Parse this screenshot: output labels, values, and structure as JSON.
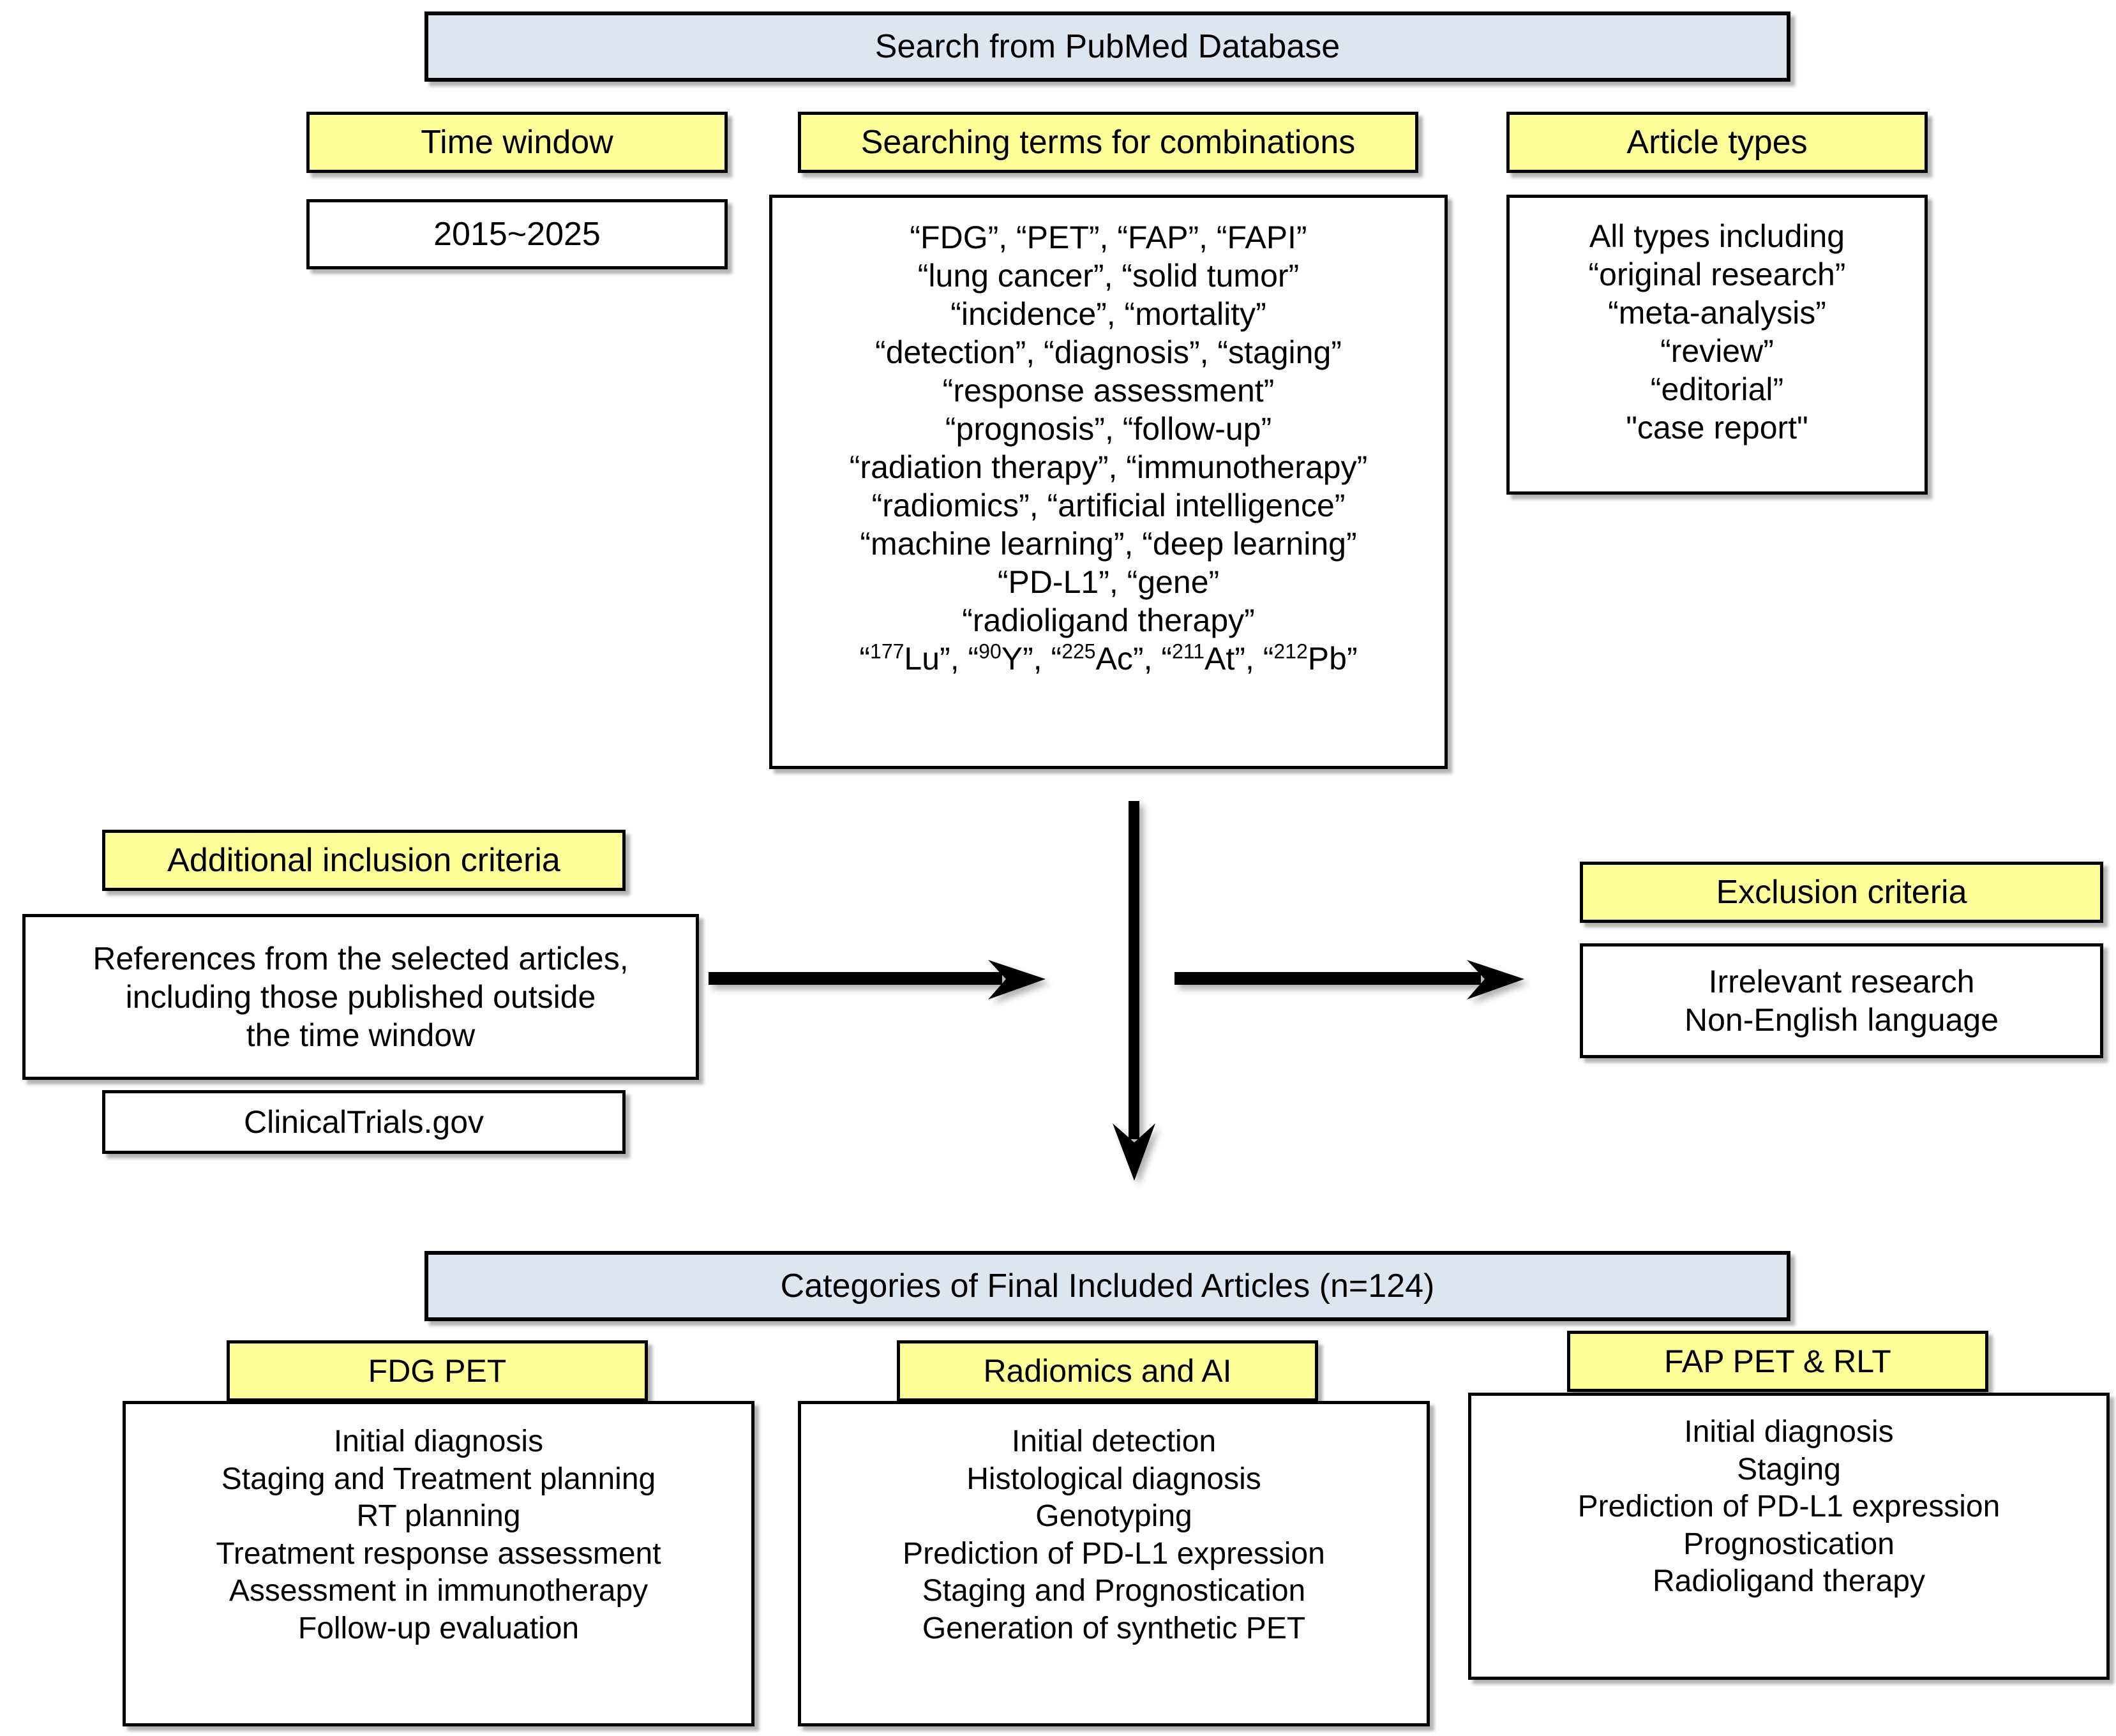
{
  "colors": {
    "header_blue": "#dce6f1",
    "header_yellow": "#ffff99",
    "border": "#000000",
    "background": "#ffffff",
    "text": "#000000"
  },
  "top": {
    "title": "Search from PubMed Database"
  },
  "columns": {
    "time_window": {
      "header": "Time window",
      "value": "2015~2025"
    },
    "searching_terms": {
      "header": "Searching terms for combinations",
      "lines": [
        "“FDG”, “PET”, “FAP”, “FAPI”",
        "“lung cancer”, “solid tumor”",
        "“incidence”, “mortality”",
        "“detection”, “diagnosis”, “staging”",
        "“response assessment”",
        "“prognosis”, “follow-up”",
        "“radiation therapy”, “immunotherapy”",
        "“radiomics”, “artificial intelligence”",
        "“machine learning”, “deep learning”",
        "“PD-L1”, “gene”",
        "“radioligand therapy”"
      ],
      "isotopes": [
        {
          "mass": "177",
          "symbol": "Lu"
        },
        {
          "mass": "90",
          "symbol": "Y"
        },
        {
          "mass": "225",
          "symbol": "Ac"
        },
        {
          "mass": "211",
          "symbol": "At"
        },
        {
          "mass": "212",
          "symbol": "Pb"
        }
      ]
    },
    "article_types": {
      "header": "Article types",
      "lines": [
        "All types including",
        "“original research”",
        "“meta-analysis”",
        "“review”",
        "“editorial”",
        "\"case report\""
      ]
    }
  },
  "middle": {
    "inclusion": {
      "header": "Additional inclusion criteria",
      "body_lines": [
        "References from the selected articles,",
        "including those published outside",
        "the time window"
      ],
      "second_box": "ClinicalTrials.gov"
    },
    "exclusion": {
      "header": "Exclusion criteria",
      "lines": [
        "Irrelevant research",
        "Non-English language"
      ]
    }
  },
  "bottom": {
    "title": "Categories of Final Included Articles (n=124)",
    "categories": [
      {
        "header": "FDG PET",
        "items": [
          "Initial diagnosis",
          "Staging and Treatment planning",
          "RT planning",
          "Treatment response assessment",
          "Assessment in immunotherapy",
          "Follow-up evaluation"
        ]
      },
      {
        "header": "Radiomics and AI",
        "items": [
          "Initial detection",
          "Histological diagnosis",
          "Genotyping",
          "Prediction of PD-L1 expression",
          "Staging and Prognostication",
          "Generation of synthetic PET"
        ]
      },
      {
        "header": "FAP PET & RLT",
        "items": [
          "Initial diagnosis",
          "Staging",
          "Prediction of PD-L1 expression",
          "Prognostication",
          "Radioligand therapy"
        ]
      }
    ]
  },
  "arrows": {
    "vertical_down": "flow-down-arrow",
    "inclusion_to_flow": "inclusion-merge-arrow",
    "flow_to_exclusion": "exclusion-branch-arrow"
  }
}
